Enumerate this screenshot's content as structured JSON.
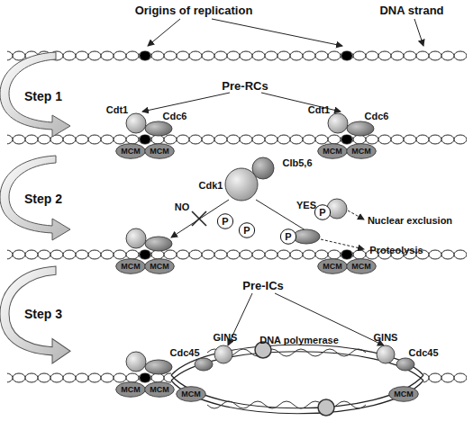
{
  "diagram": {
    "nodes": [
      {
        "text": [
          "MCM"
        ]
      },
      {
        "text": [
          "MCM"
        ]
      },
      {
        "text": [
          "MCM"
        ]
      },
      {
        "text": [
          "MCM"
        ]
      },
      {
        "text": [
          "P"
        ]
      },
      {
        "text": [
          "P"
        ]
      },
      {
        "text": [
          "P"
        ]
      },
      {
        "text": [
          "P"
        ]
      },
      {
        "text": [
          "MCM"
        ]
      },
      {
        "text": [
          "MCM"
        ]
      },
      {
        "text": [
          "MCM"
        ]
      },
      {
        "text": [
          "MCM"
        ]
      },
      {
        "text": [
          "MCM"
        ]
      },
      {
        "text": [
          "MCM"
        ]
      },
      {
        "text": [
          "MCM"
        ]
      },
      {
        "text": [
          "MCM"
        ]
      }
    ],
    "labels": [
      "Origins of replication",
      "DNA strand",
      "Step 1",
      "Pre-RCs",
      "Cdt1",
      "Cdc6",
      "Cdt1",
      "Cdc6",
      "Step 2",
      "Clb5,6",
      "Cdk1",
      "NO",
      "YES",
      "Nuclear exclusion",
      "Proteolysis",
      "Step 3",
      "Pre-ICs",
      "GINS",
      "DNA polymerase",
      "GINS",
      "Cdc45",
      "Cdc45"
    ]
  }
}
